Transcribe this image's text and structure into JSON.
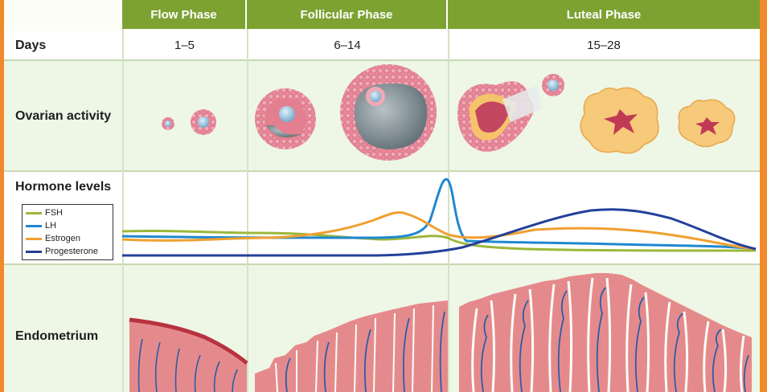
{
  "header": {
    "phases": [
      "Flow Phase",
      "Follicular Phase",
      "Luteal Phase"
    ]
  },
  "rows": {
    "days_label": "Days",
    "days": [
      "1–5",
      "6–14",
      "15–28"
    ],
    "ovarian_label": "Ovarian activity",
    "hormone_label": "Hormone levels",
    "endometrium_label": "Endometrium"
  },
  "legend": [
    {
      "name": "FSH",
      "color": "#9bb83a"
    },
    {
      "name": "LH",
      "color": "#1f88d0"
    },
    {
      "name": "Estrogen",
      "color": "#f0a030"
    },
    {
      "name": "Progesterone",
      "color": "#23409a"
    }
  ],
  "colors": {
    "header_green": "#7da232",
    "border_orange": "#f08a2a",
    "tissue_pink": "#e58a8c",
    "vessel_blue": "#2c5da8",
    "corpus_yellow": "#f7c97a"
  }
}
